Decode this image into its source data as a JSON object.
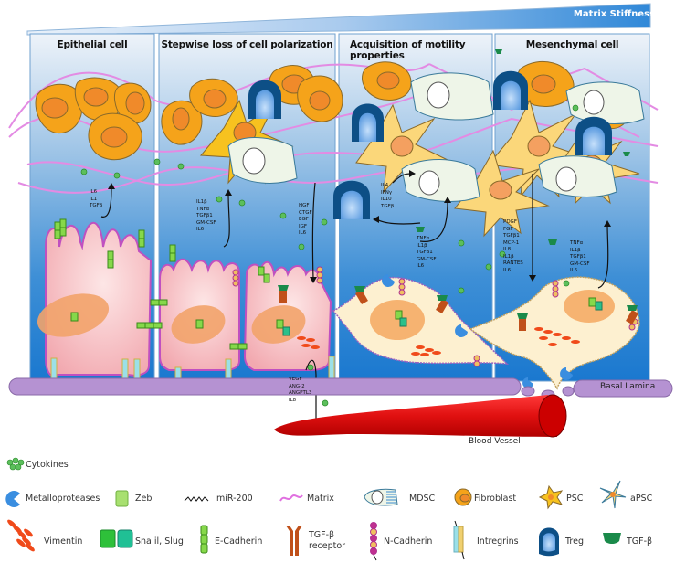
{
  "header": {
    "gradient_label": "Matrix Stiffness"
  },
  "panels": [
    {
      "title": "Epithelial cell"
    },
    {
      "title": "Stepwise loss of cell polarization"
    },
    {
      "title": "Acquisition of motility properties"
    },
    {
      "title": "Mesenchymal cell"
    }
  ],
  "cytokine_labels": {
    "epithelial_secreted": [
      "IL6",
      "IL1",
      "TGFβ"
    ],
    "stepwise_secreted": [
      "IL1β",
      "TNFα",
      "TGFβ1",
      "GM-CSF",
      "IL6"
    ],
    "stroma_to_cell": [
      "HGF",
      "CTGF",
      "EGF",
      "IGF",
      "IL6"
    ],
    "treg_secreted": [
      "IL4",
      "IFNγ",
      "IL10",
      "TGFβ"
    ],
    "motility_secreted": [
      "TNFα",
      "IL1β",
      "TGFβ1",
      "GM-CSF",
      "IL6"
    ],
    "stroma_to_mesenchymal": [
      "PDGF",
      "FGF",
      "TGFβ1",
      "MCP-1",
      "IL8",
      "IL1β",
      "RANTES",
      "IL6"
    ],
    "mesenchymal_secreted": [
      "TNFα",
      "IL1β",
      "TGFβ1",
      "GM-CSF",
      "IL6"
    ],
    "angiogenic": [
      "VEGF",
      "ANG-2",
      "ANGPTL3",
      "IL8"
    ]
  },
  "structures": {
    "basal_lamina": "Basal Lamina",
    "blood_vessel": "Blood Vessel"
  },
  "colors": {
    "panel_bg_top": "#dfeaf6",
    "panel_bg_bottom": "#1f7bd0",
    "header_bar": "#3d8fd9",
    "fibroblast": "#f5a31a",
    "epithelial_cell": "#f4b5b5",
    "basal_lamina": "#b592d2",
    "blood_vessel": "#e01818",
    "matrix": "#e38be3",
    "cytokine": "#5cbf5c"
  },
  "legend": {
    "rows": [
      [
        {
          "icon": "cytokines-icon",
          "label": "Cytokines"
        }
      ],
      [
        {
          "icon": "metalloproteases-icon",
          "label": "Metalloproteases"
        },
        {
          "icon": "zeb-icon",
          "label": "Zeb"
        },
        {
          "icon": "mir-200-icon",
          "label": "miR-200"
        },
        {
          "icon": "matrix-icon",
          "label": "Matrix"
        },
        {
          "icon": "mdsc-icon",
          "label": "MDSC"
        },
        {
          "icon": "fibroblast-icon",
          "label": "Fibroblast"
        },
        {
          "icon": "psc-icon",
          "label": "PSC"
        },
        {
          "icon": "apsc-icon",
          "label": "aPSC"
        }
      ],
      [
        {
          "icon": "vimentin-icon",
          "label": "Vimentin"
        },
        {
          "icon": "snail-slug-icon",
          "label": "Sna il, Slug"
        },
        {
          "icon": "e-cadherin-icon",
          "label": "E-Cadherin"
        },
        {
          "icon": "tgf-beta-receptor-icon",
          "label": "TGF-β\nreceptor"
        },
        {
          "icon": "n-cadherin-icon",
          "label": "N-Cadherin"
        },
        {
          "icon": "integrins-icon",
          "label": "Intregrins"
        },
        {
          "icon": "treg-icon",
          "label": "Treg"
        },
        {
          "icon": "tgf-beta-icon",
          "label": "TGF-β"
        }
      ]
    ]
  }
}
